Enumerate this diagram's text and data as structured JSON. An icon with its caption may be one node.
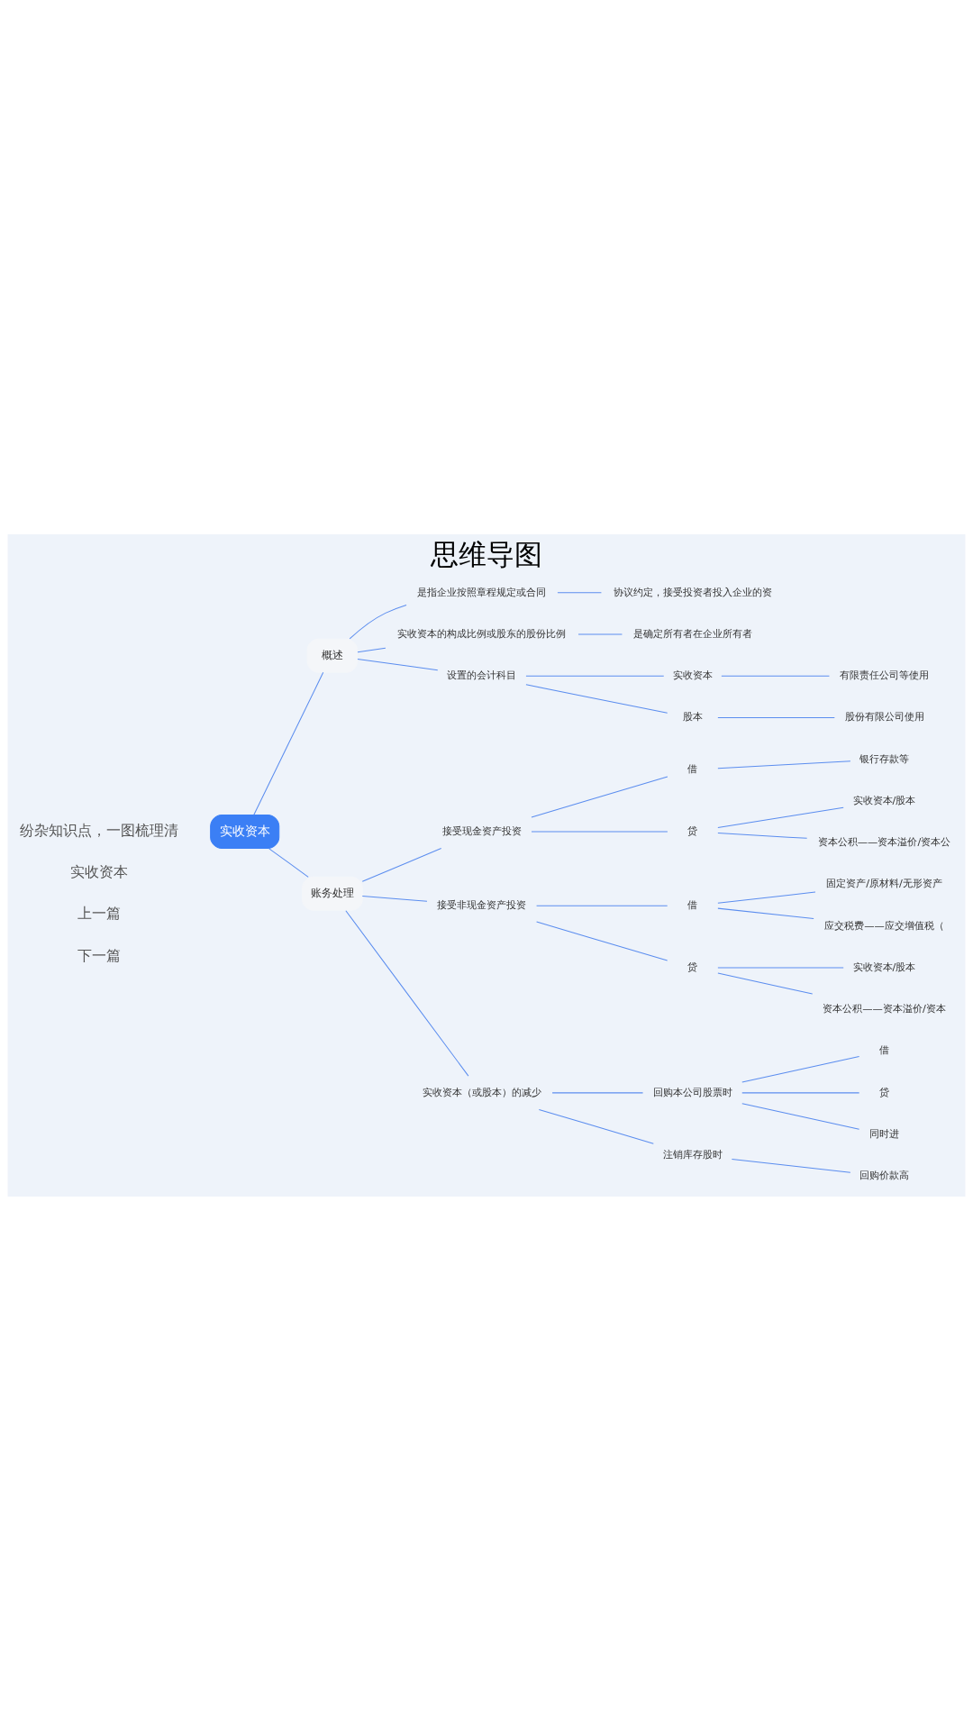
{
  "diagram": {
    "title": "思维导图",
    "nodes": [
      {
        "text": [
          "实收资本"
        ]
      },
      {
        "text": [
          "概述"
        ]
      },
      {
        "text": [
          "是指企业按照章程规定或合同"
        ]
      },
      {
        "text": [
          "协议约定，接受投资者投入企业的资"
        ]
      },
      {
        "text": [
          "实收资本的构成比例或股东的股份比例"
        ]
      },
      {
        "text": [
          "是确定所有者在企业所有者"
        ]
      },
      {
        "text": [
          "设置的会计科目"
        ]
      },
      {
        "text": [
          "实收资本"
        ]
      },
      {
        "text": [
          "有限责任公司等使用"
        ]
      },
      {
        "text": [
          "股本"
        ]
      },
      {
        "text": [
          "股份有限公司使用"
        ]
      },
      {
        "text": [
          "账务处理"
        ]
      },
      {
        "text": [
          "接受现金资产投资"
        ]
      },
      {
        "text": [
          "借"
        ]
      },
      {
        "text": [
          "银行存款等"
        ]
      },
      {
        "text": [
          "贷"
        ]
      },
      {
        "text": [
          "实收资本/股本"
        ]
      },
      {
        "text": [
          "资本公积——资本溢价/资本公"
        ]
      },
      {
        "text": [
          "接受非现金资产投资"
        ]
      },
      {
        "text": [
          "借"
        ]
      },
      {
        "text": [
          "固定资产/原材料/无形资产"
        ]
      },
      {
        "text": [
          "应交税费——应交增值税（"
        ]
      },
      {
        "text": [
          "贷"
        ]
      },
      {
        "text": [
          "实收资本/股本"
        ]
      },
      {
        "text": [
          "资本公积——资本溢价/资本"
        ]
      },
      {
        "text": [
          "实收资本（或股本）的减少"
        ]
      },
      {
        "text": [
          "回购本公司股票时"
        ]
      },
      {
        "text": [
          "借"
        ]
      },
      {
        "text": [
          "贷"
        ]
      },
      {
        "text": [
          "同时进"
        ]
      },
      {
        "text": [
          "注销库存股时"
        ]
      },
      {
        "text": [
          "回购价款高"
        ]
      }
    ],
    "edges": [
      {
        "from": 0,
        "to": 1,
        "arrow": "none"
      },
      {
        "from": 1,
        "to": 2,
        "arrow": "none"
      },
      {
        "from": 2,
        "to": 3,
        "arrow": "none"
      },
      {
        "from": 1,
        "to": 4,
        "arrow": "none"
      },
      {
        "from": 4,
        "to": 5,
        "arrow": "none"
      },
      {
        "from": 1,
        "to": 6,
        "arrow": "none"
      },
      {
        "from": 6,
        "to": 7,
        "arrow": "none"
      },
      {
        "from": 7,
        "to": 8,
        "arrow": "none"
      },
      {
        "from": 6,
        "to": 9,
        "arrow": "none"
      },
      {
        "from": 9,
        "to": 10,
        "arrow": "none"
      },
      {
        "from": 0,
        "to": 11,
        "arrow": "none"
      },
      {
        "from": 11,
        "to": 12,
        "arrow": "none"
      },
      {
        "from": 12,
        "to": 13,
        "arrow": "none"
      },
      {
        "from": 13,
        "to": 14,
        "arrow": "none"
      },
      {
        "from": 12,
        "to": 15,
        "arrow": "none"
      },
      {
        "from": 15,
        "to": 16,
        "arrow": "none"
      },
      {
        "from": 15,
        "to": 17,
        "arrow": "none"
      },
      {
        "from": 11,
        "to": 18,
        "arrow": "none"
      },
      {
        "from": 18,
        "to": 19,
        "arrow": "none"
      },
      {
        "from": 19,
        "to": 20,
        "arrow": "none"
      },
      {
        "from": 19,
        "to": 21,
        "arrow": "none"
      },
      {
        "from": 18,
        "to": 22,
        "arrow": "none"
      },
      {
        "from": 22,
        "to": 23,
        "arrow": "none"
      },
      {
        "from": 22,
        "to": 24,
        "arrow": "none"
      },
      {
        "from": 11,
        "to": 25,
        "arrow": "none"
      },
      {
        "from": 25,
        "to": 26,
        "arrow": "none"
      },
      {
        "from": 26,
        "to": 27,
        "arrow": "none"
      },
      {
        "from": 26,
        "to": 28,
        "arrow": "none"
      },
      {
        "from": 26,
        "to": 29,
        "arrow": "none"
      },
      {
        "from": 25,
        "to": 30,
        "arrow": "none"
      },
      {
        "from": 30,
        "to": 31,
        "arrow": "none"
      }
    ],
    "labels": [
      "纷杂知识点，一图梳理清",
      "实收资本",
      "上一篇",
      "下一篇"
    ]
  }
}
